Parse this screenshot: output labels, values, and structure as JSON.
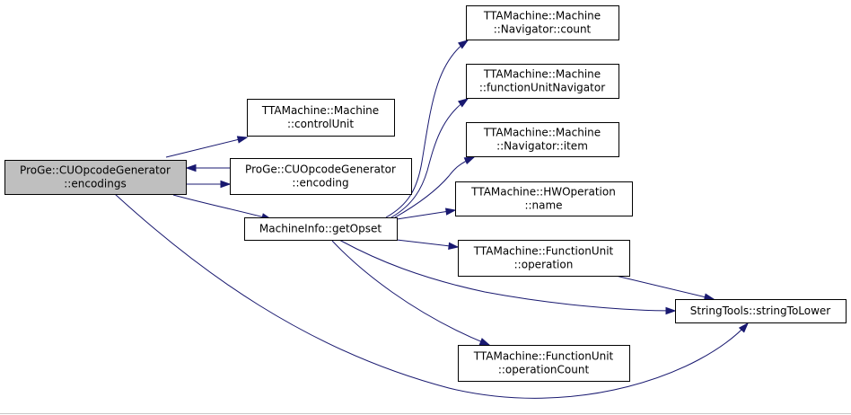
{
  "graph": {
    "colors": {
      "edge": "#191970",
      "node_fill": "#ffffff",
      "node_stroke": "#000000",
      "root_fill": "#bfbfbf",
      "highlight_stroke": "#ff0000"
    },
    "nodes": {
      "encodings": {
        "lines": [
          "ProGe::CUOpcodeGenerator",
          "::encodings"
        ]
      },
      "controlUnit": {
        "lines": [
          "TTAMachine::Machine",
          "::controlUnit"
        ]
      },
      "encoding": {
        "lines": [
          "ProGe::CUOpcodeGenerator",
          "::encoding"
        ]
      },
      "getOpset": {
        "lines": [
          "MachineInfo::getOpset"
        ]
      },
      "navCount": {
        "lines": [
          "TTAMachine::Machine",
          "::Navigator::count"
        ]
      },
      "fuNav": {
        "lines": [
          "TTAMachine::Machine",
          "::functionUnitNavigator"
        ]
      },
      "navItem": {
        "lines": [
          "TTAMachine::Machine",
          "::Navigator::item"
        ]
      },
      "hwName": {
        "lines": [
          "TTAMachine::HWOperation",
          "::name"
        ]
      },
      "fuOperation": {
        "lines": [
          "TTAMachine::FunctionUnit",
          "::operation"
        ]
      },
      "fuOpCount": {
        "lines": [
          "TTAMachine::FunctionUnit",
          "::operationCount"
        ]
      },
      "toLower": {
        "lines": [
          "StringTools::stringToLower"
        ]
      }
    },
    "edges": [
      {
        "from": "encodings",
        "to": "controlUnit"
      },
      {
        "from": "encodings",
        "to": "encoding"
      },
      {
        "from": "encoding",
        "to": "encodings"
      },
      {
        "from": "encodings",
        "to": "getOpset"
      },
      {
        "from": "encodings",
        "to": "toLower"
      },
      {
        "from": "getOpset",
        "to": "navCount"
      },
      {
        "from": "getOpset",
        "to": "fuNav"
      },
      {
        "from": "getOpset",
        "to": "navItem"
      },
      {
        "from": "getOpset",
        "to": "hwName"
      },
      {
        "from": "getOpset",
        "to": "fuOperation"
      },
      {
        "from": "getOpset",
        "to": "toLower"
      },
      {
        "from": "getOpset",
        "to": "fuOpCount"
      },
      {
        "from": "fuOperation",
        "to": "toLower"
      }
    ]
  }
}
